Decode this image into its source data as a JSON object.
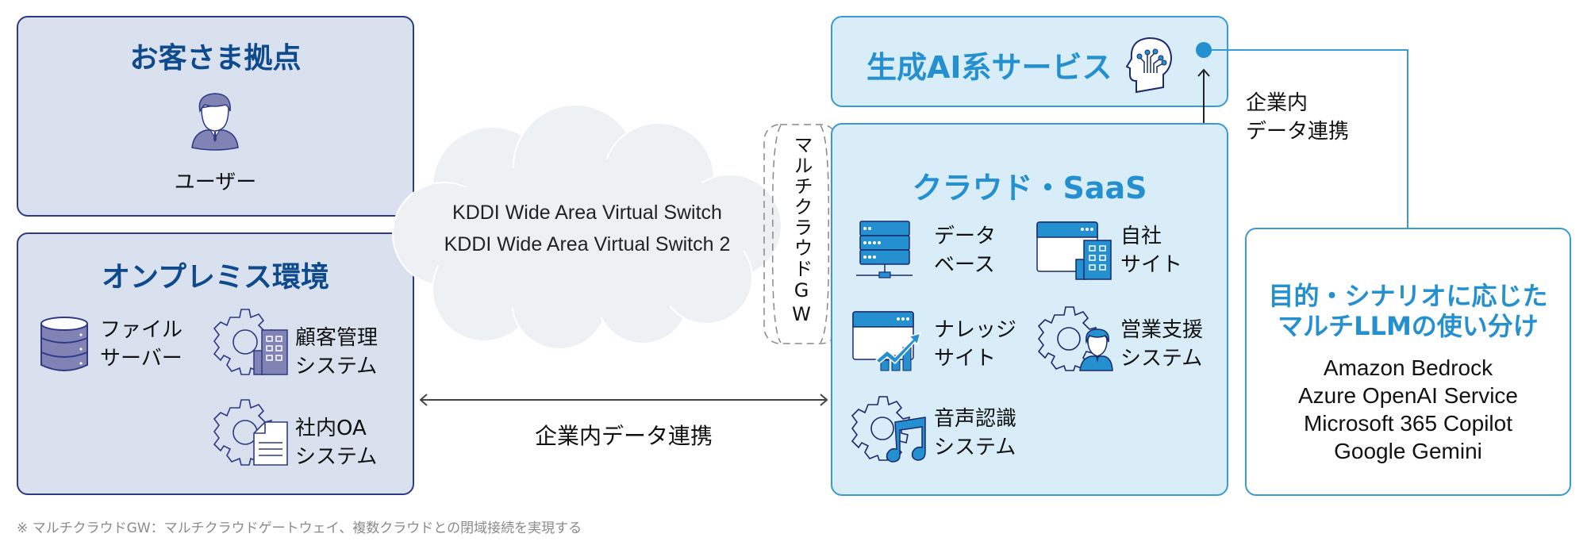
{
  "customer_site": {
    "title": "お客さま拠点",
    "user_label": "ユーザー"
  },
  "on_premises": {
    "title": "オンプレミス環境",
    "items": [
      {
        "icon": "database-icon",
        "line1": "ファイル",
        "line2": "サーバー"
      },
      {
        "icon": "gear-building-icon",
        "line1": "顧客管理",
        "line2": "システム"
      },
      {
        "icon": "gear-document-icon",
        "line1": "社内OA",
        "line2": "システム"
      }
    ]
  },
  "network": {
    "lines": [
      "KDDI Wide Area Virtual Switch",
      "KDDI Wide Area Virtual Switch 2"
    ]
  },
  "gateway": {
    "label": "マルチクラウドGW"
  },
  "data_link_bottom": "企業内データ連携",
  "gen_ai": {
    "title": "生成AI系サービス",
    "icon": "ai-brain-icon"
  },
  "data_link_right": {
    "line1": "企業内",
    "line2": "データ連携"
  },
  "cloud_saas": {
    "title": "クラウド・SaaS",
    "items": [
      {
        "icon": "server-database-icon",
        "line1": "データ",
        "line2": "ベース"
      },
      {
        "icon": "website-building-icon",
        "line1": "自社",
        "line2": "サイト"
      },
      {
        "icon": "website-chart-icon",
        "line1": "ナレッジ",
        "line2": "サイト"
      },
      {
        "icon": "gear-person-icon",
        "line1": "営業支援",
        "line2": "システム"
      },
      {
        "icon": "gear-music-icon",
        "line1": "音声認識",
        "line2": "システム"
      }
    ]
  },
  "multi_llm": {
    "title_line1": "目的・シナリオに応じた",
    "title_line2": "マルチLLMの使い分け",
    "services": [
      "Amazon Bedrock",
      "Azure OpenAI Service",
      "Microsoft 365 Copilot",
      "Google Gemini"
    ]
  },
  "footnote": "※ マルチクラウドGW：マルチクラウドゲートウェイ、複数クラウドとの閉域接続を実現する",
  "colors": {
    "navy": "#2e3a87",
    "navy_fill": "#d9e1ee",
    "blue": "#2590d0",
    "blue_fill": "#d8edf8",
    "cloud_fill": "#eef1f3",
    "icon_purple": "#8083b3"
  }
}
